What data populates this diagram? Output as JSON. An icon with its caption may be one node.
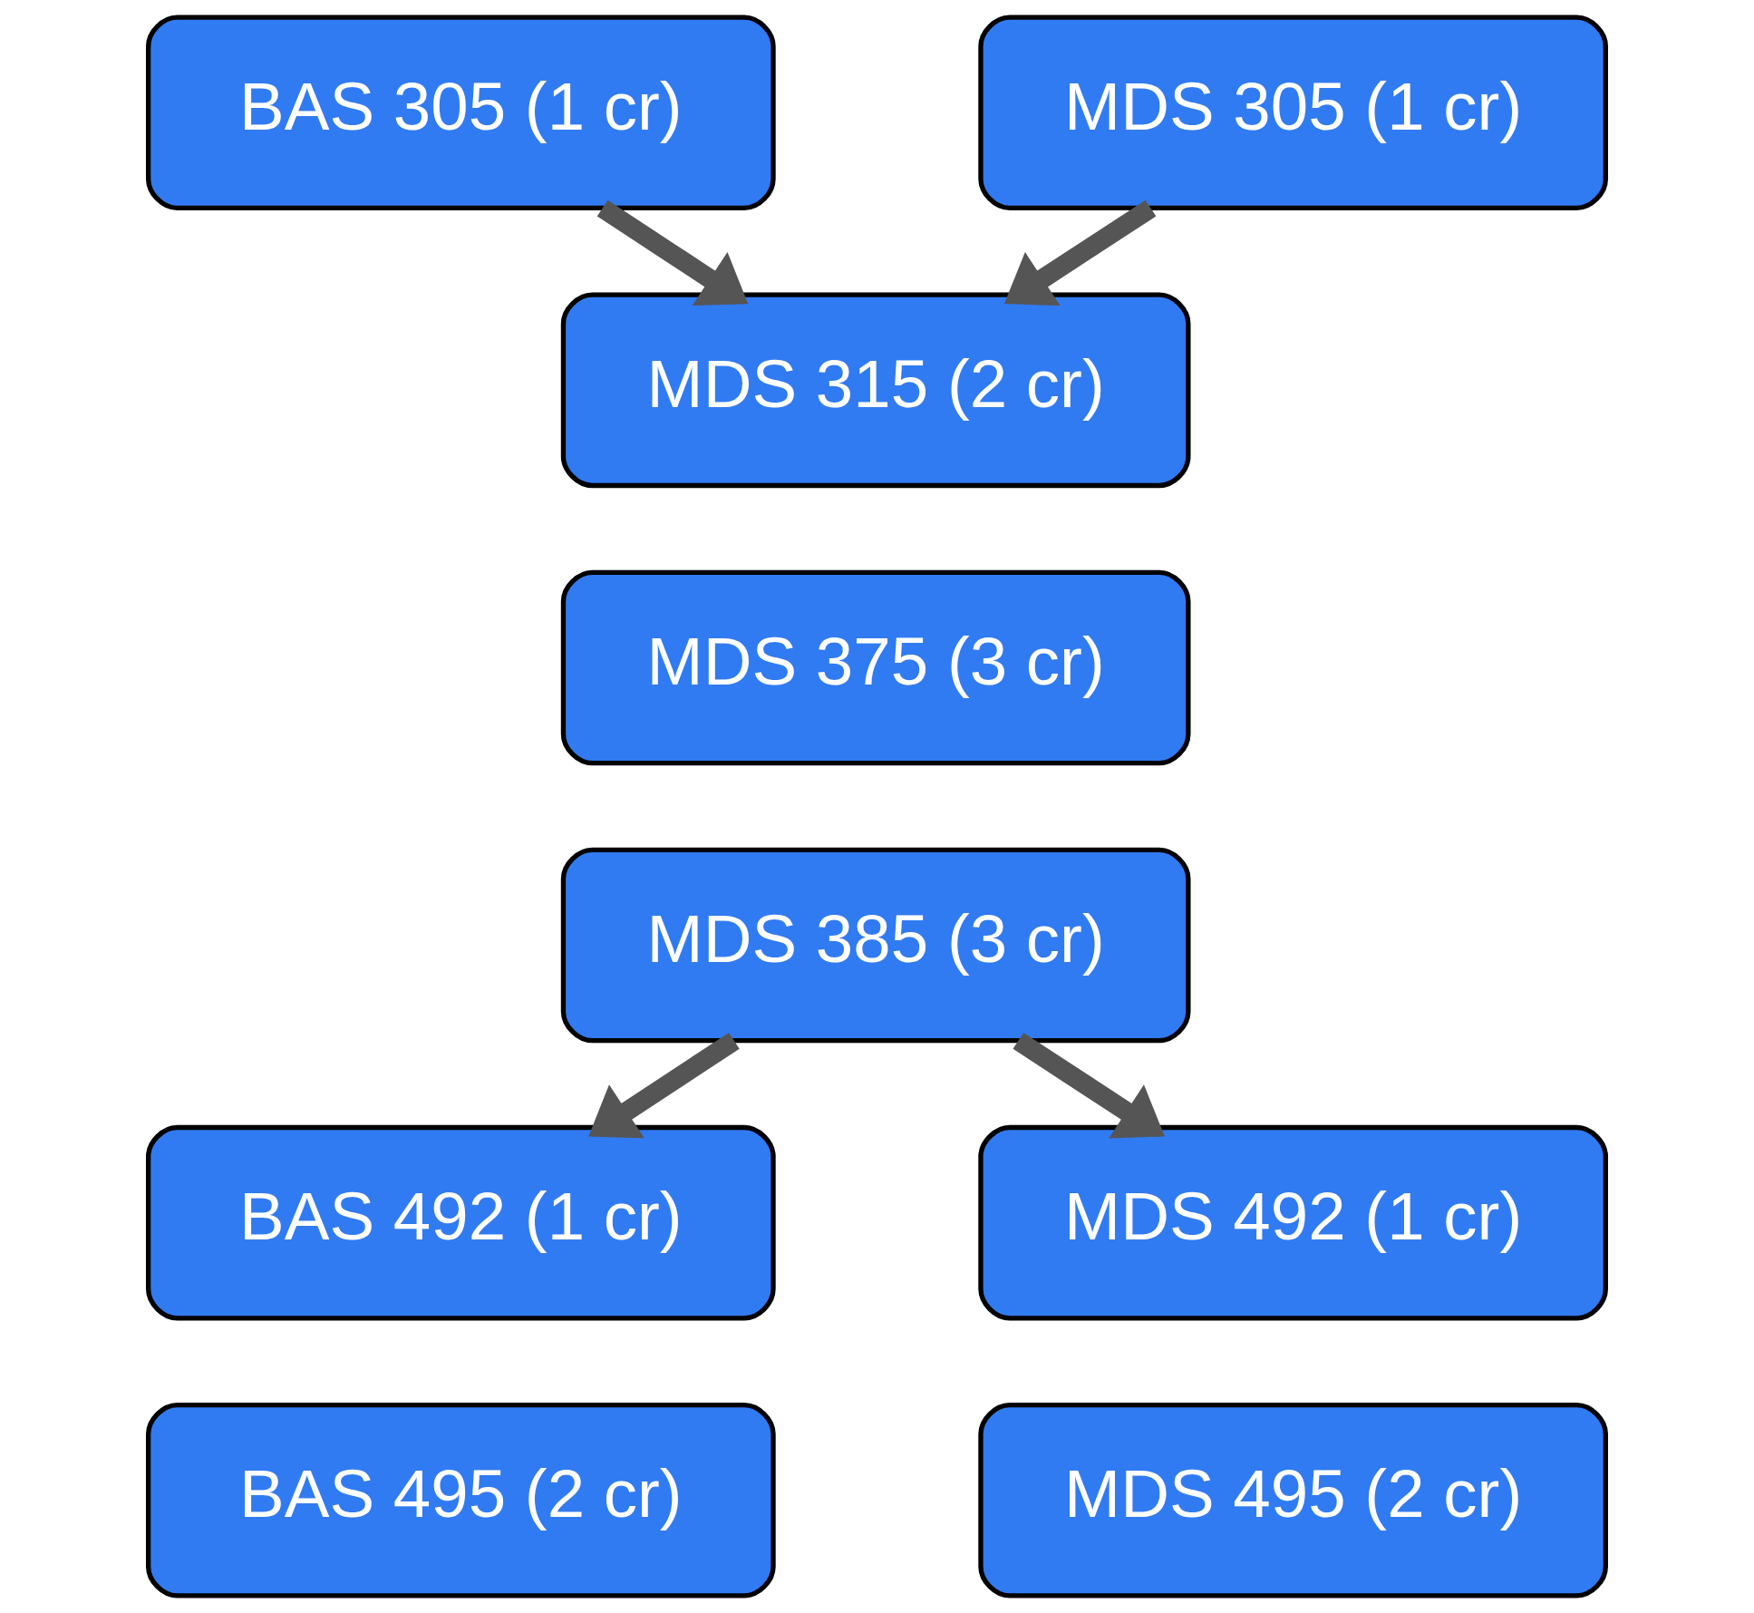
{
  "diagram": {
    "nodes": [
      {
        "text": [
          "BAS 305 (1 cr)"
        ]
      },
      {
        "text": [
          "MDS 305 (1 cr)"
        ]
      },
      {
        "text": [
          "MDS 315 (2 cr)"
        ]
      },
      {
        "text": [
          "MDS 375 (3 cr)"
        ]
      },
      {
        "text": [
          "MDS 385 (3 cr)"
        ]
      },
      {
        "text": [
          "BAS 492 (1 cr)"
        ]
      },
      {
        "text": [
          "MDS 492 (1 cr)"
        ]
      },
      {
        "text": [
          "BAS 495 (2 cr)"
        ]
      },
      {
        "text": [
          "MDS 495 (2 cr)"
        ]
      }
    ],
    "edges": [
      {
        "from": 0,
        "to": 2,
        "arrow": "to"
      },
      {
        "from": 1,
        "to": 2,
        "arrow": "to"
      },
      {
        "from": 4,
        "to": 5,
        "arrow": "to"
      },
      {
        "from": 4,
        "to": 6,
        "arrow": "to"
      }
    ]
  }
}
